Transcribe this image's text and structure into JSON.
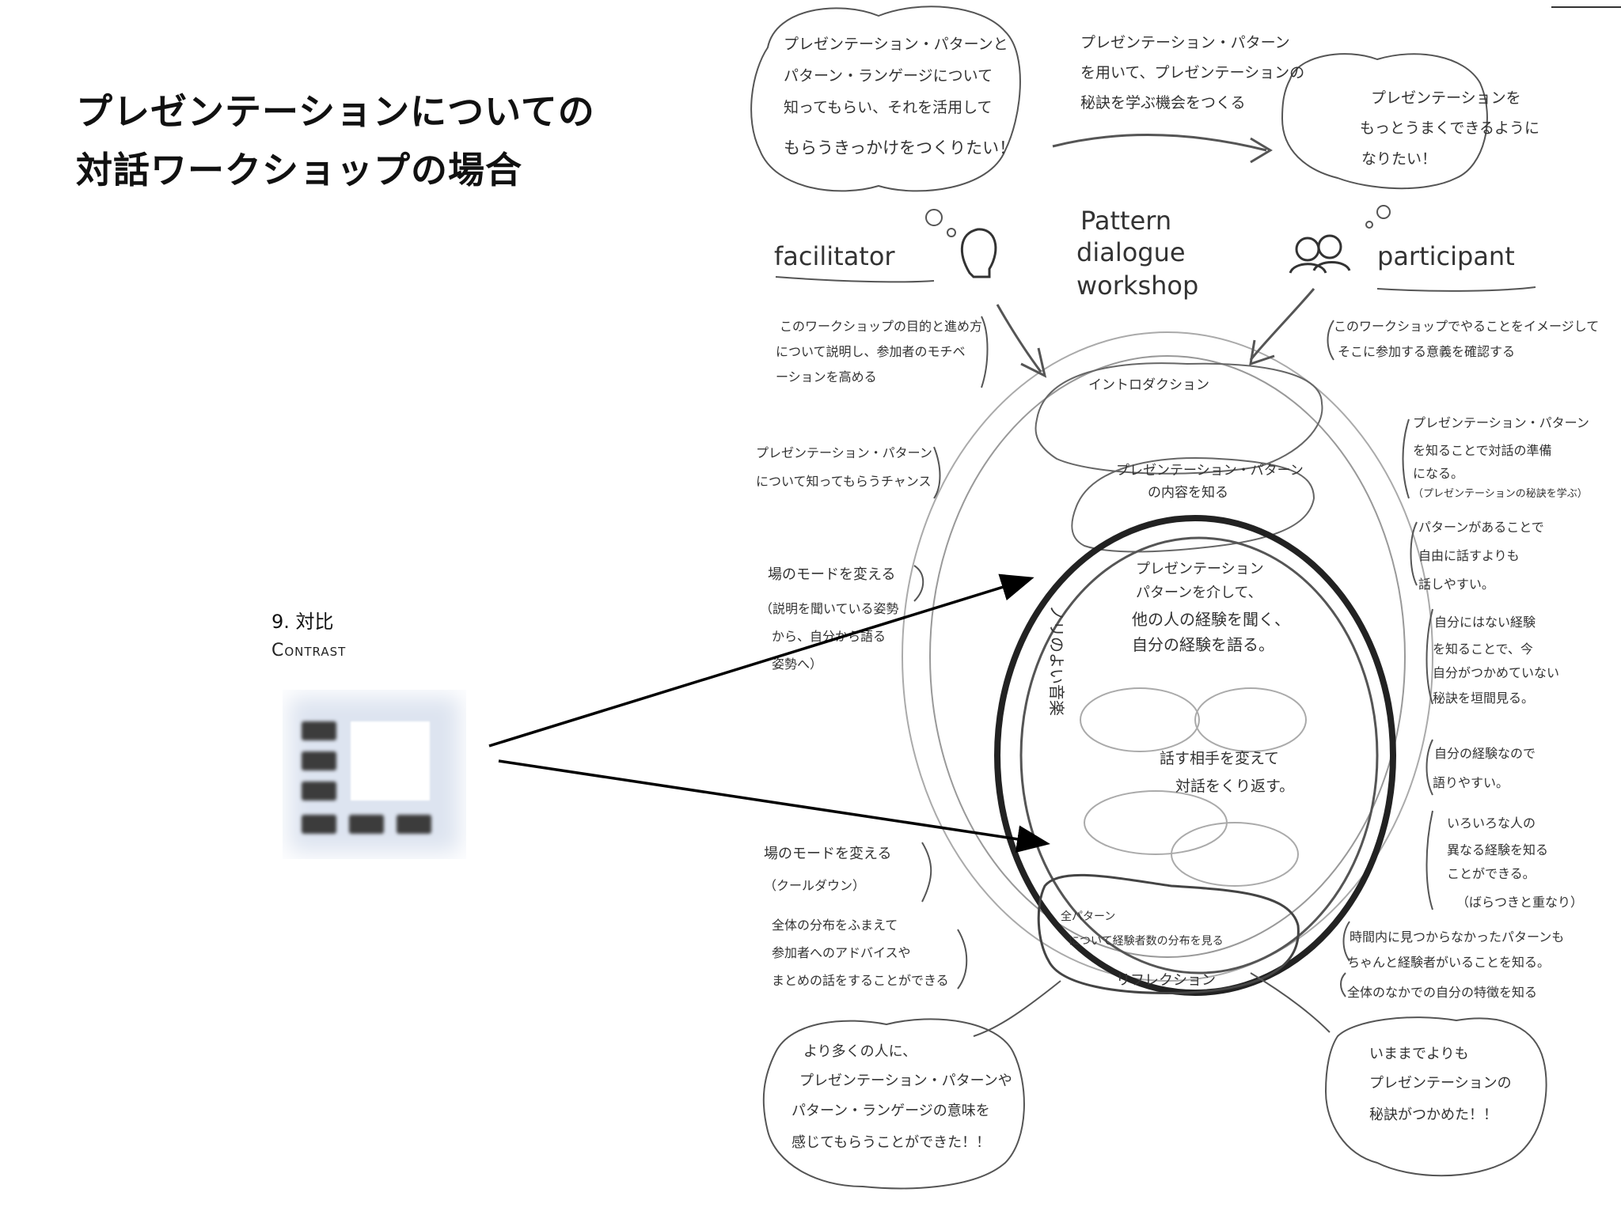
{
  "title": {
    "line1": "プレゼンテーションについての",
    "line2": "対話ワークショップの場合"
  },
  "pattern": {
    "number": "9. 対比",
    "name_en": "Contrast",
    "icon": "contrast-pattern-icon"
  },
  "sketch": {
    "top_left_bubble": [
      "プレゼンテーション・パターンと",
      "パターン・ランゲージについて",
      "知ってもらい、それを活用して",
      "もらうきっかけをつくりたい！"
    ],
    "top_arrow_text": [
      "プレゼンテーション・パターン",
      "を用いて、プレゼンテーションの",
      "秘訣を学ぶ機会をつくる"
    ],
    "top_right_bubble": [
      "プレゼンテーションを",
      "もっとうまくできるように",
      "なりたい！"
    ],
    "facilitator": "facilitator",
    "participant": "participant",
    "workshop_title": [
      "Pattern",
      "dialogue",
      "workshop"
    ],
    "left_notes": [
      [
        "このワークショップの目的と進め方",
        "について説明し、参加者のモチベ",
        "ーションを高める"
      ],
      [
        "プレゼンテーション・パターン",
        "について知ってもらうチャンス"
      ],
      [
        "場のモードを変える",
        "（説明を聞いている姿勢",
        "から、自分から語る",
        "姿勢へ）"
      ],
      [
        "場のモードを変える",
        "（クールダウン）"
      ],
      [
        "全体の分布をふまえて",
        "参加者へのアドバイスや",
        "まとめの話をすることができる"
      ]
    ],
    "right_notes": [
      [
        "このワークショップでやることをイメージして",
        "そこに参加する意義を確認する"
      ],
      [
        "プレゼンテーション・パターン",
        "を知ることで対話の準備",
        "になる。",
        "（プレゼンテーションの秘訣を学ぶ）"
      ],
      [
        "パターンがあることで",
        "自由に話すよりも",
        "話しやすい。"
      ],
      [
        "自分にはない経験",
        "を知ることで、今",
        "自分がつかめていない",
        "秘訣を垣間見る。"
      ],
      [
        "自分の経験なので",
        "語りやすい。"
      ],
      [
        "いろいろな人の",
        "異なる経験を知る",
        "ことができる。",
        "（ばらつきと重なり）"
      ],
      [
        "時間内に見つからなかったパターンも",
        "ちゃんと経験者がいることを知る。"
      ],
      [
        "全体のなかでの自分の特徴を知る"
      ]
    ],
    "center_labels": {
      "introduction": "イントロダクション",
      "know_content": [
        "プレゼンテーション・パターン",
        "の内容を知る"
      ],
      "dialogue": [
        "プレゼンテーション",
        "パターンを介して、",
        "他の人の経験を聞く、",
        "自分の経験を語る。"
      ],
      "music": "ノリのよい音楽",
      "repeat": [
        "話す相手を変えて",
        "対話をくり返す。"
      ],
      "distribution": [
        "全パターン",
        "について経験者数の分布を見る"
      ],
      "reflection": "リフレクション"
    },
    "bottom_left_bubble": [
      "より多くの人に、",
      "プレゼンテーション・パターンや",
      "パターン・ランゲージの意味を",
      "感じてもらうことができた！！"
    ],
    "bottom_right_bubble": [
      "いままでよりも",
      "プレゼンテーションの",
      "秘訣がつかめた！！"
    ]
  }
}
